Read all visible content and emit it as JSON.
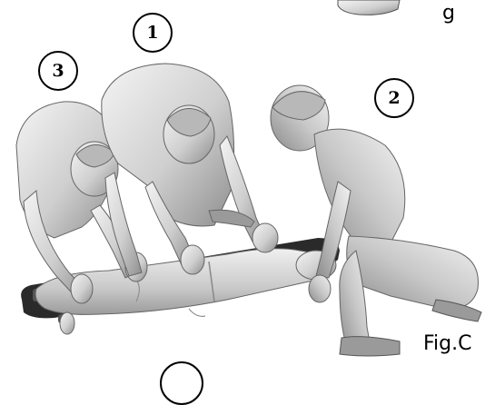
{
  "illustration": {
    "step_markers": [
      {
        "id": "rescuer-1",
        "label": "1"
      },
      {
        "id": "rescuer-2",
        "label": "2"
      },
      {
        "id": "rescuer-3",
        "label": "3"
      }
    ],
    "figure_label": "Fig.C",
    "corner_text": "g",
    "colors": {
      "figure_fill": "#d4d4d4",
      "figure_shadow": "#9a9a9a",
      "figure_highlight": "#f2f2f2",
      "outline": "#555555",
      "board": "#2a2a2a"
    }
  }
}
